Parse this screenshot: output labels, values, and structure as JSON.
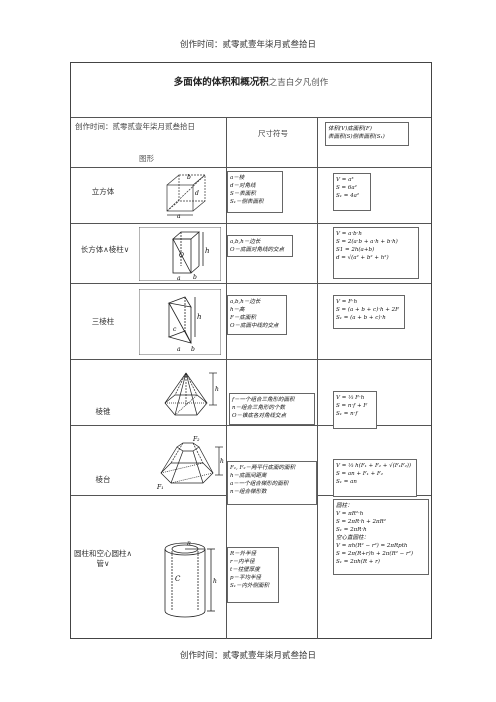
{
  "header": "创作时间：贰零贰壹年柒月贰叁拾日",
  "footer": "创作时间：贰零贰壹年柒月贰叁拾日",
  "table": {
    "title": "多面体的体积和概况积",
    "title_suffix": "之吉白夕凡创作",
    "col_header_left": "创作时间：贰零贰壹年柒月贰叁拾日",
    "col_header_mid": "尺寸符号",
    "col_header_right": [
      "体积(V)底面积(F)",
      "表面积(S)侧表面积(S₁)"
    ],
    "col_header_figure": "图形",
    "rows": [
      {
        "name": "立方体",
        "symbols": [
          "a－棱",
          "d－对角线",
          "S－表面积",
          "S₁－侧表面积"
        ],
        "formulas": [
          "V = a³",
          "S = 6a²",
          "S₁ = 4a²"
        ]
      },
      {
        "name": "长方体∧棱柱∨",
        "symbols": [
          "a,b,h－边长",
          "O－底面对角线的交点"
        ],
        "formulas": [
          "V = a·b·h",
          "S = 2(a·b + a·h + b·h)",
          "S1 = 2h(a+b)",
          "d = √(a² + b² + h²)"
        ]
      },
      {
        "name": "三棱柱",
        "symbols": [
          "a,b,h－边长",
          "h－高",
          "F－底面积",
          "O－底面中线的交点"
        ],
        "formulas": [
          "V = F·h",
          "S = (a + b + c)·h + 2F",
          "S₁ = (a + b + c)·h"
        ]
      },
      {
        "name": "棱锥",
        "symbols": [
          "f－一个组合三角形的面积",
          "n－组合三角形的个数",
          "O－锥底各对角线交点"
        ],
        "formulas": [
          "V = ⅓ F·h",
          "S = n·f + F",
          "S₁ = n·f"
        ]
      },
      {
        "name": "棱台",
        "symbols": [
          "F₁, F₂－两平行底面的面积",
          "h－底面间距离",
          "a－一个组合梯形的面积",
          "n－组合梯形数"
        ],
        "formulas": [
          "V = ⅓ h(F₁ + F₂ + √(F₁F₂))",
          "S = an + F₁ + F₂",
          "S₁ = an"
        ]
      },
      {
        "name": "圆柱和空心圆柱∧管∨",
        "symbols": [
          "R－外半径",
          "r－内半径",
          "t－柱壁厚度",
          "p－平均半径",
          "S₁－内外侧面积"
        ],
        "formulas": [
          "圆柱：",
          "V = πR²·h",
          "S = 2πR·h + 2πR²",
          "S₁ = 2πR·h",
          "空心直圆柱：",
          "V = πh(R² − r²) = 2πRpth",
          "S = 2π(R+r)h + 2π(R² − r²)",
          "S₁ = 2πh(R + r)"
        ]
      }
    ]
  }
}
